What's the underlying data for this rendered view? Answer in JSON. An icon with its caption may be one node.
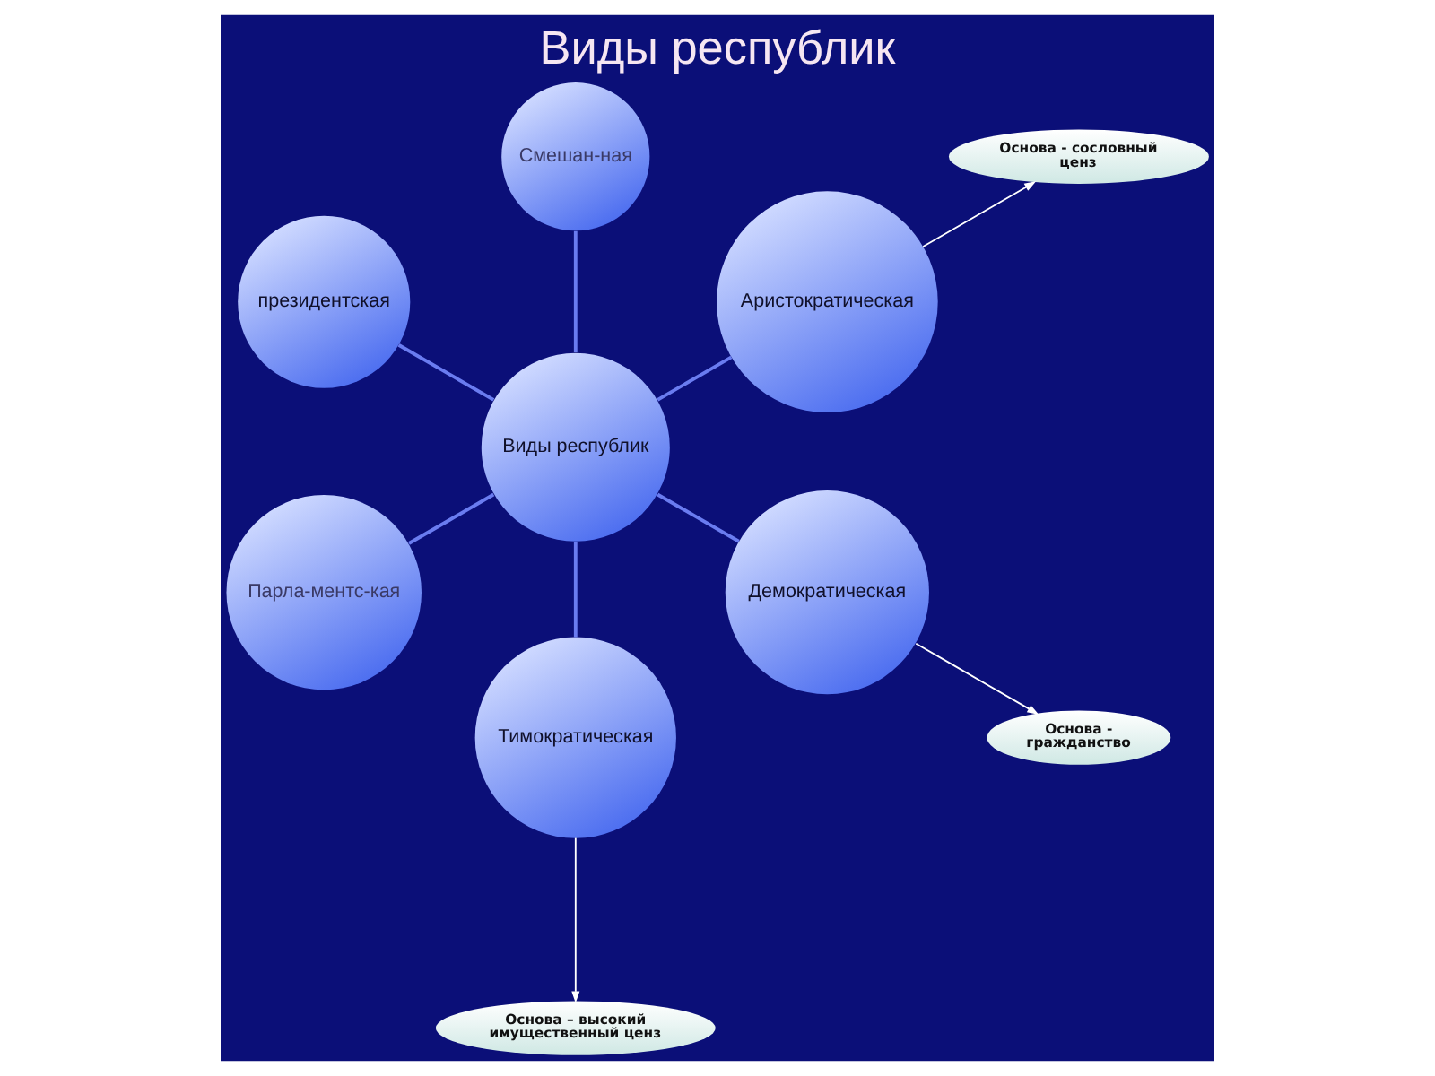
{
  "diagram": {
    "title": "Виды республик",
    "nodes": [
      {
        "text": [
          "Смешан-ная"
        ]
      },
      {
        "text": [
          "президентская"
        ]
      },
      {
        "text": [
          "Аристократическая"
        ]
      },
      {
        "text": [
          "Основа - сословный ценз"
        ]
      },
      {
        "text": [
          "Виды республик"
        ]
      },
      {
        "text": [
          "Парла-ментс-кая"
        ]
      },
      {
        "text": [
          "Демократическая"
        ]
      },
      {
        "text": [
          "Основа - гражданство"
        ]
      },
      {
        "text": [
          "Тимократическая"
        ]
      },
      {
        "text": [
          "Основа – высокий имущественный ценз"
        ]
      }
    ],
    "edges": [
      {
        "from": 4,
        "to": 0,
        "arrow": "none"
      },
      {
        "from": 4,
        "to": 2,
        "arrow": "none"
      },
      {
        "from": 4,
        "to": 6,
        "arrow": "none"
      },
      {
        "from": 4,
        "to": 8,
        "arrow": "none"
      },
      {
        "from": 4,
        "to": 5,
        "arrow": "none"
      },
      {
        "from": 4,
        "to": 1,
        "arrow": "none"
      },
      {
        "from": 2,
        "to": 3,
        "arrow": "to",
        "color": "#ffffff"
      },
      {
        "from": 6,
        "to": 7,
        "arrow": "to",
        "color": "#ffffff"
      },
      {
        "from": 8,
        "to": 9,
        "arrow": "to",
        "color": "#ffffff"
      }
    ]
  }
}
